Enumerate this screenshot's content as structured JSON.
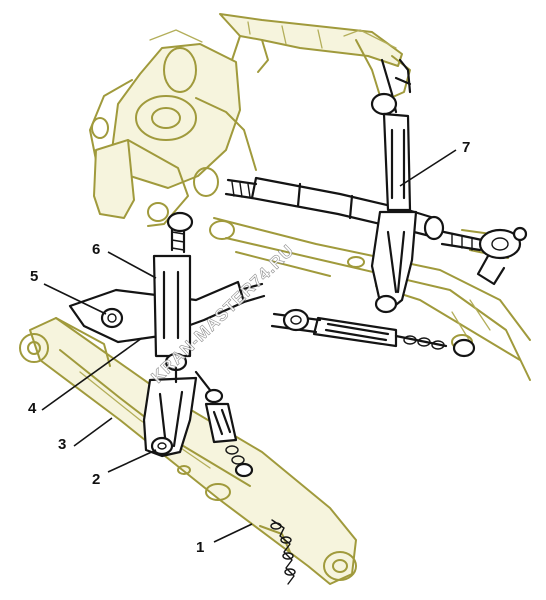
{
  "callouts": {
    "c1": "1",
    "c2": "2",
    "c3": "3",
    "c4": "4",
    "c5": "5",
    "c6": "6",
    "c7": "7"
  },
  "watermark": "KRAN-MASTER74.RU",
  "colors": {
    "tractor_outline": "#a09a3c",
    "linkage_outline": "#141414",
    "background": "#ffffff"
  }
}
